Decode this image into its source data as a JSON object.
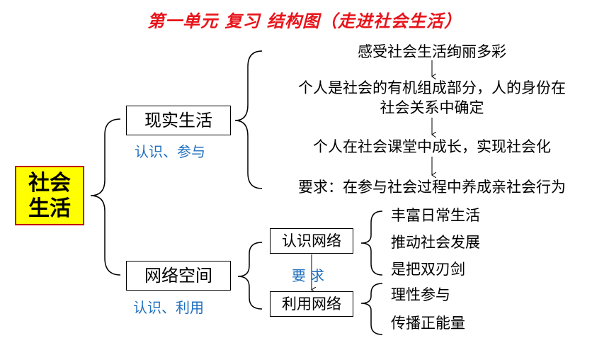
{
  "title": "第一单元 复习 结构图（走进社会生活）",
  "root": {
    "line1": "社会",
    "line2": "生活"
  },
  "real_life": {
    "label": "现实生活",
    "sub": "认识、参与",
    "steps": [
      "感受社会生活绚丽多彩",
      "个人是社会的有机组成部分，人的身份在",
      "社会关系中确定",
      "个人在社会课堂中成长，实现社会化",
      "要求：在参与社会过程中养成亲社会行为"
    ]
  },
  "network": {
    "label": "网络空间",
    "sub": "认识、利用",
    "know": {
      "label": "认识网络",
      "items": [
        "丰富日常生活",
        "推动社会发展",
        "是把双刃剑"
      ]
    },
    "requirement": "要求",
    "use": {
      "label": "利用网络",
      "items": [
        "理性参与",
        "传播正能量"
      ]
    }
  }
}
